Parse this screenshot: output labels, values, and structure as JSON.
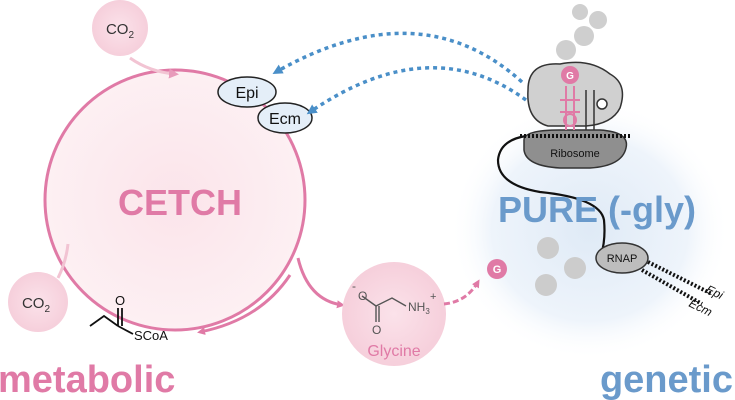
{
  "metabolic": {
    "cycle_title": "CETCH",
    "section_label": "metabolic",
    "co2_top": {
      "base": "CO",
      "sub": "2"
    },
    "co2_bottom": {
      "base": "CO",
      "sub": "2"
    },
    "substrate_label": "SCoA",
    "substrate_atom": "O"
  },
  "enzymes": {
    "epi": "Epi",
    "ecm": "Ecm"
  },
  "glycine": {
    "label": "Glycine",
    "charge_minus": "-",
    "charge_plus": "+",
    "oxygen_top": "O",
    "oxygen_bottom": "O",
    "amine": {
      "base": "NH",
      "sub": "3"
    }
  },
  "glycine_token": "G",
  "genetic": {
    "system_title": "PURE (-gly)",
    "section_label": "genetic",
    "ribosome_label": "Ribosome",
    "rnap_label": "RNAP",
    "gene_epi": "Epi",
    "gene_ecm": "Ecm",
    "trna_token": "G"
  },
  "colors": {
    "pink": "#e07aa6",
    "pink_light": "#f8d8e2",
    "blue": "#6a9acb",
    "blue_arrow": "#4a8fc8",
    "enzyme_fill": "#e4eef8",
    "gray": "#c4c4c4"
  }
}
